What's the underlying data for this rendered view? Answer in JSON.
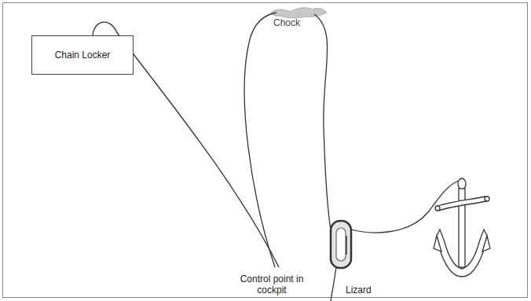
{
  "diagram": {
    "nodes": [
      {
        "text": [
          "Chain Locker"
        ]
      }
    ],
    "labels": [
      "Chock",
      "Control point in cockpit",
      "Lizard"
    ]
  }
}
